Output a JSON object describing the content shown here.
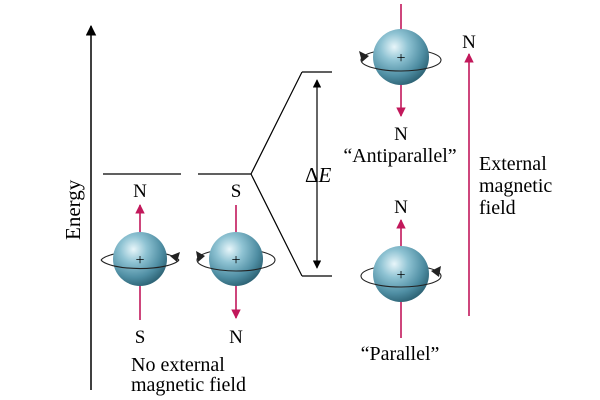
{
  "labels": {
    "energy_axis": "Energy",
    "left_top_pole": "N",
    "left_bottom_pole": "S",
    "mid_top_pole": "S",
    "mid_bottom_pole": "N",
    "no_field_line1": "No external",
    "no_field_line2": "magnetic field",
    "delta": "Δ",
    "delta_e_var": "E",
    "anti_pole": "N",
    "anti_label": "“Antiparallel”",
    "par_pole": "N",
    "par_label": "“Parallel”",
    "field_pole": "N",
    "ext_line1": "External",
    "ext_line2": "magnetic",
    "ext_line3": "field",
    "plus_sign": "+"
  },
  "colors": {
    "moment_arrow": "#c2185b",
    "sphere_light": "#bfe3ec",
    "sphere_mid": "#6fa8bd",
    "sphere_dark": "#2f6577",
    "line": "#000000"
  }
}
